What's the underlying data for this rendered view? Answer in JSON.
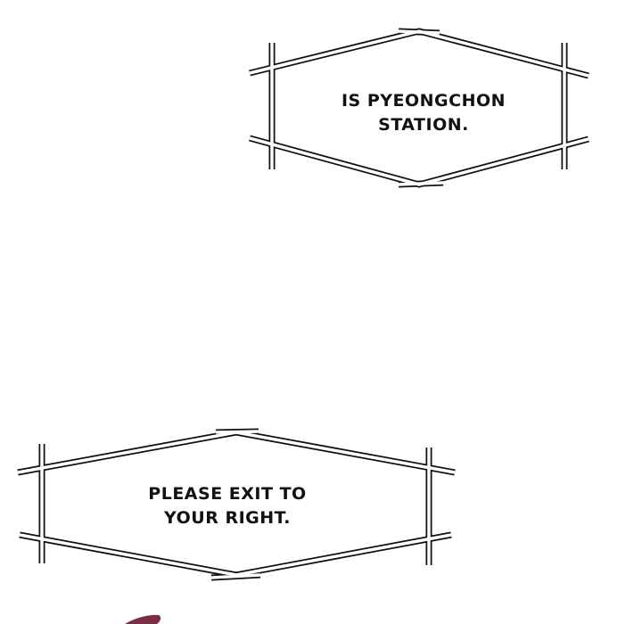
{
  "captions": [
    {
      "line1": "IS PYEONGCHON",
      "line2": "STATION."
    },
    {
      "line1": "PLEASE EXIT TO",
      "line2": "YOUR RIGHT."
    }
  ],
  "colors": {
    "ink": "#111111",
    "accent_shape": "#7b2d44"
  }
}
